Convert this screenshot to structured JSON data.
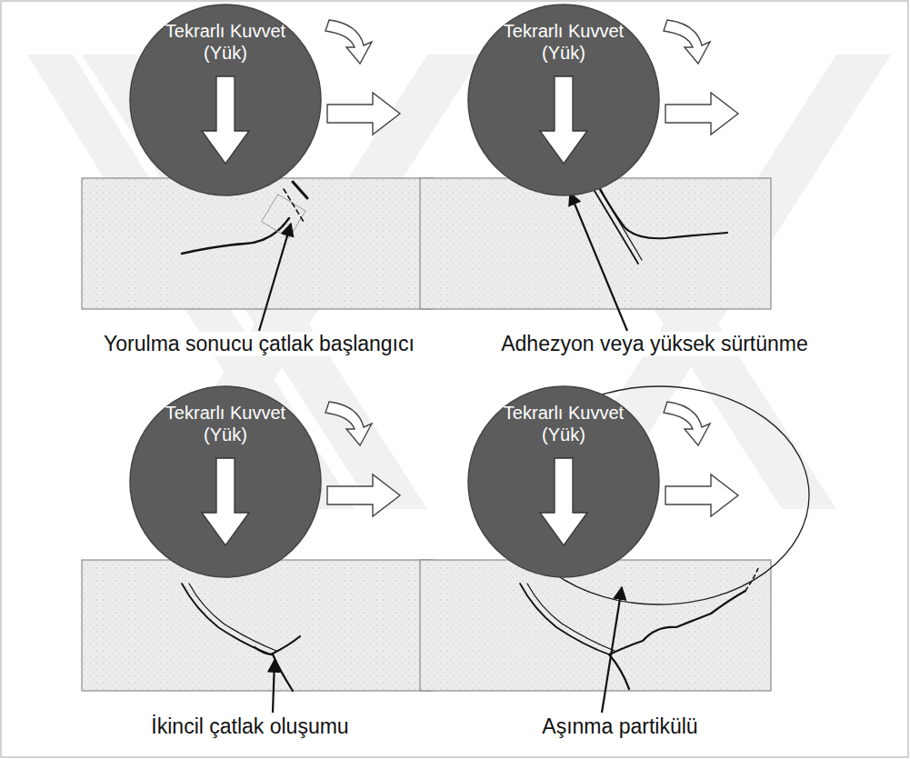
{
  "diagram": {
    "nodes": [
      {
        "text": [
          "Tekrarlı Kuvvet (Yük)"
        ]
      },
      {
        "text": [
          "Tekrarlı Kuvvet (Yük)"
        ]
      },
      {
        "text": [
          "Tekrarlı Kuvvet (Yük)"
        ]
      },
      {
        "text": [
          "Tekrarlı Kuvvet (Yük)"
        ]
      }
    ],
    "labels": [
      "Yorulma sonucu çatlak başlangıcı",
      "Adhezyon veya yüksek sürtünme",
      "İkincil çatlak oluşumu",
      "Aşınma partikülü"
    ]
  }
}
